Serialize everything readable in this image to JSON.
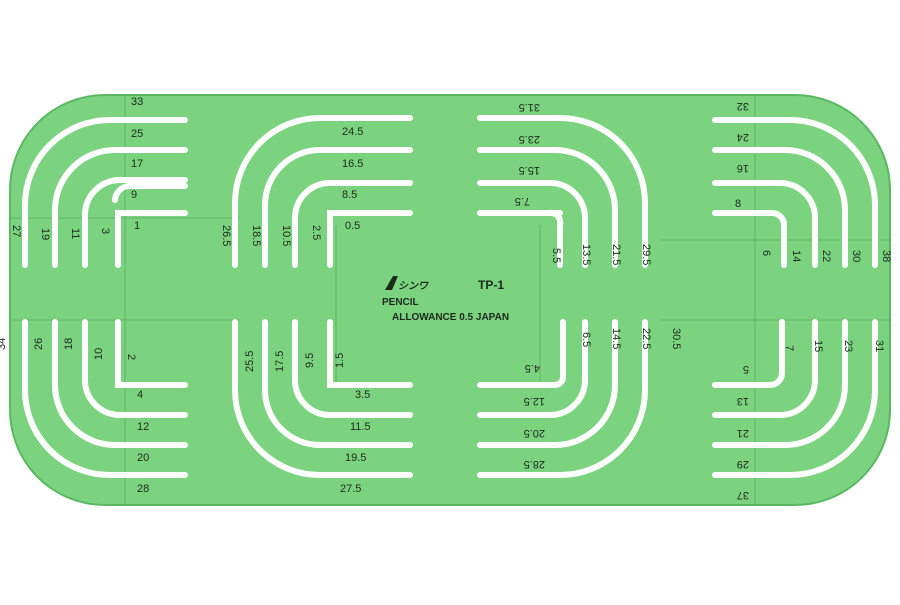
{
  "template": {
    "model": "TP-1",
    "logo_text": "シンワ",
    "pencil_label": "PENCIL",
    "allowance_label": "ALLOWANCE 0.5  JAPAN",
    "colors": {
      "plate": "#7bd27f",
      "plate_edge": "#5bb862",
      "slot": "#ffffff",
      "ink": "#1c2a1c",
      "line": "#3a7a40"
    },
    "left_group": {
      "top": [
        "33",
        "25",
        "17",
        "9",
        "1"
      ],
      "bottom": [
        "4",
        "12",
        "20",
        "28"
      ],
      "left_upper": [
        "27",
        "19",
        "11",
        "3"
      ],
      "left_lower": [
        "34",
        "26",
        "18",
        "10",
        "2"
      ]
    },
    "center_group": {
      "top_left": [
        "24.5",
        "16.5",
        "8.5",
        "0.5"
      ],
      "top_right": [
        "31.5",
        "23.5",
        "15.5",
        "7.5"
      ],
      "bottom_left": [
        "3.5",
        "11.5",
        "19.5",
        "27.5"
      ],
      "bottom_right": [
        "4.5",
        "12.5",
        "20.5",
        "28.5"
      ],
      "left_upper": [
        "26.5",
        "18.5",
        "10.5",
        "2.5"
      ],
      "left_lower": [
        "25.5",
        "17.5",
        "9.5",
        "1.5"
      ],
      "right_upper": [
        "5.5",
        "13.5",
        "21.5",
        "29.5"
      ],
      "right_lower": [
        "6.5",
        "14.5",
        "22.5",
        "30.5"
      ]
    },
    "right_group": {
      "top": [
        "32",
        "24",
        "16",
        "8"
      ],
      "bottom": [
        "5",
        "13",
        "21",
        "29",
        "37"
      ],
      "right_upper": [
        "6",
        "14",
        "22",
        "30",
        "38"
      ],
      "right_lower": [
        "7",
        "15",
        "23",
        "31"
      ]
    }
  }
}
